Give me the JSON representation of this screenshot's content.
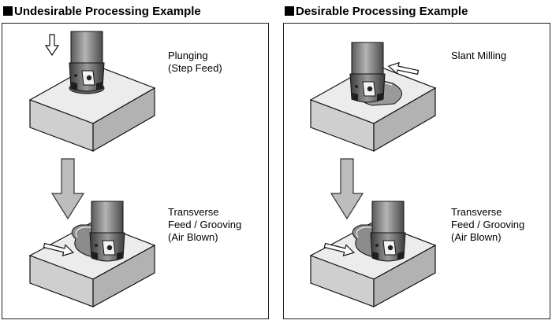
{
  "panels": [
    {
      "title": "Undesirable Processing Example",
      "steps": [
        {
          "label_lines": [
            "Plunging",
            "(Step Feed)"
          ]
        },
        {
          "label_lines": [
            "Transverse",
            "Feed / Grooving",
            "(Air Blown)"
          ]
        }
      ]
    },
    {
      "title": "Desirable Processing Example",
      "steps": [
        {
          "label_lines": [
            "Slant Milling"
          ]
        },
        {
          "label_lines": [
            "Transverse",
            "Feed / Grooving",
            "(Air Blown)"
          ]
        }
      ]
    }
  ],
  "colors": {
    "block_top": "#ececec",
    "block_front": "#cfcfcf",
    "block_side": "#b2b2b2",
    "tool_body": "#7a7a7a",
    "tool_dark": "#2e2e2e",
    "arrow_fill": "#bdbdbd"
  }
}
